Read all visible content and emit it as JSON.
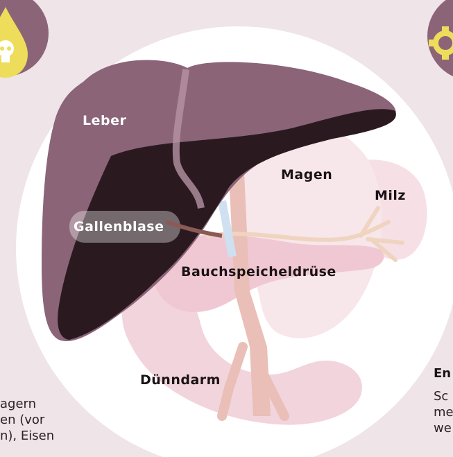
{
  "labels": {
    "leber": "Leber",
    "gallenblase": "Gallenblase",
    "magen": "Magen",
    "milz": "Milz",
    "bauchspeicheldruese": "Bauchspeicheldrüse",
    "duenndarm": "Dünndarm"
  },
  "left_text": {
    "line1": "agern",
    "line2": "en (vor",
    "line3": "n), Eisen"
  },
  "right_text": {
    "heading": "En",
    "line1": "Sc",
    "line2": "me",
    "line3": "we"
  },
  "colors": {
    "background": "#efe4e8",
    "circle": "#ffffff",
    "liver": "#8b6478",
    "liver_underside": "#2a1a20",
    "icon_badge": "#8b6478",
    "icon_accent": "#eedd5a"
  },
  "icons": [
    "poison-drop-icon",
    "gear-icon"
  ]
}
